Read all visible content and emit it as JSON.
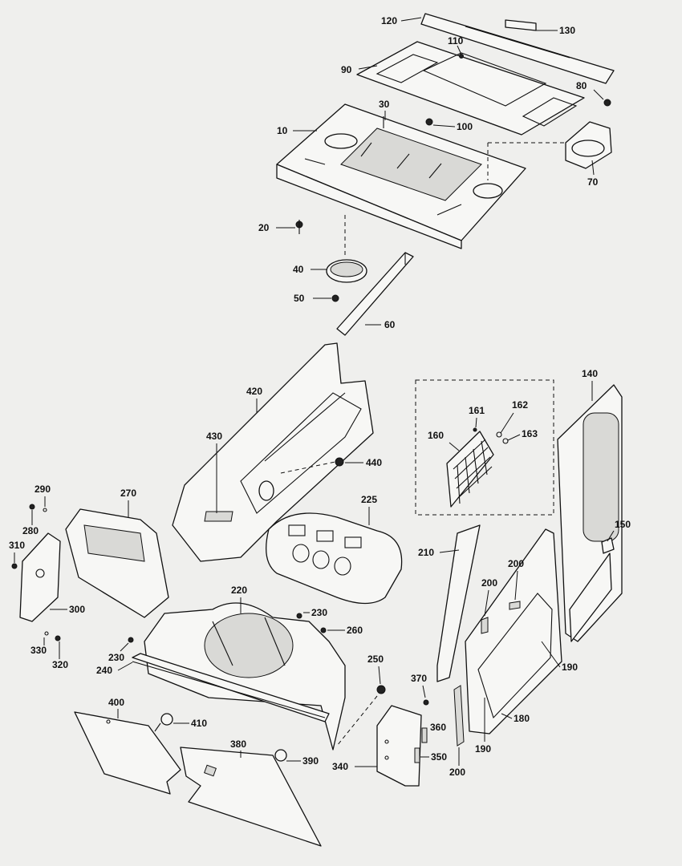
{
  "diagram": {
    "callouts": [
      "10",
      "20",
      "30",
      "40",
      "50",
      "60",
      "70",
      "80",
      "90",
      "100",
      "110",
      "120",
      "130",
      "140",
      "150",
      "160",
      "161",
      "162",
      "163",
      "180",
      "190",
      "200",
      "210",
      "220",
      "225",
      "230",
      "240",
      "250",
      "260",
      "270",
      "280",
      "290",
      "300",
      "310",
      "320",
      "330",
      "340",
      "350",
      "360",
      "370",
      "380",
      "390",
      "400",
      "410",
      "420",
      "430",
      "440"
    ]
  }
}
